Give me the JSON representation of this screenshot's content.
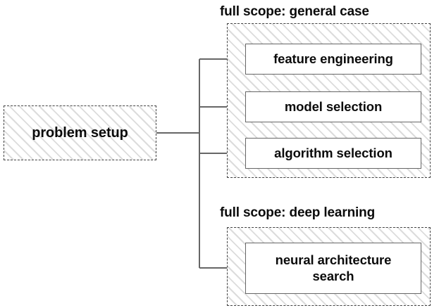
{
  "diagram": {
    "title_general": "full scope: general case",
    "title_deep": "full scope: deep learning",
    "root": {
      "label": "problem setup"
    },
    "groups": [
      {
        "id": "general-case",
        "caption": "full scope: general case",
        "nodes": [
          {
            "id": "feature-engineering",
            "label": "feature engineering"
          },
          {
            "id": "model-selection",
            "label": "model selection"
          },
          {
            "id": "algorithm-selection",
            "label": "algorithm selection"
          }
        ]
      },
      {
        "id": "deep-learning",
        "caption": "full scope: deep learning",
        "nodes": [
          {
            "id": "neural-architecture-search",
            "label": "neural architecture\nsearch"
          }
        ]
      }
    ],
    "colors": {
      "background": "#ffffff",
      "text": "#0b0b0b",
      "container_border": "#444444",
      "leaf_border": "#666666",
      "connector_line": "#666666",
      "connector_dot": "#666666",
      "hatch": "#dcdcdc"
    }
  }
}
